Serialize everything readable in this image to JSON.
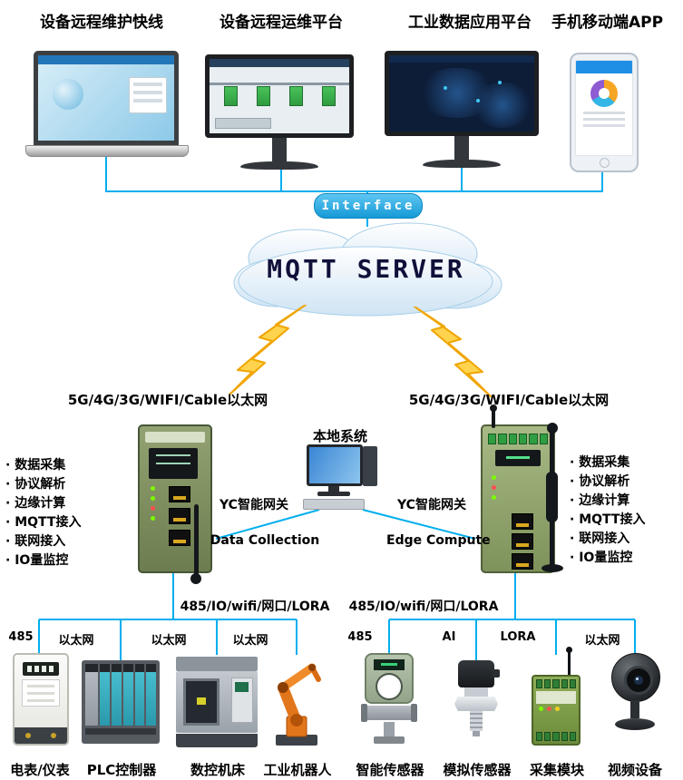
{
  "colors": {
    "line": "#00AEEF",
    "lightning_fill": "#FFD34D",
    "lightning_stroke": "#F0A500",
    "cloud_fill": "#DCEBF7",
    "interface_bg": "#1E9CD6"
  },
  "top_platforms": [
    {
      "label": "设备远程维护快线"
    },
    {
      "label": "设备远程运维平台"
    },
    {
      "label": "工业数据应用平台"
    },
    {
      "label": "手机移动端APP"
    }
  ],
  "interface_label": "Interface",
  "cloud_label": "MQTT SERVER",
  "uplink": {
    "left": "5G/4G/3G/WIFI/Cable以太网",
    "right": "5G/4G/3G/WIFI/Cable以太网"
  },
  "local_system_label": "本地系统",
  "gateways": {
    "left": {
      "name": "YC智能网关",
      "caption": "Data Collection"
    },
    "right": {
      "name": "YC智能网关",
      "caption": "Edge Compute"
    }
  },
  "features_left": [
    "数据采集",
    "协议解析",
    "边缘计算",
    "MQTT接入",
    "联网接入",
    "IO量监控"
  ],
  "features_right": [
    "数据采集",
    "协议解析",
    "边缘计算",
    "MQTT接入",
    "联网接入",
    "IO量监控"
  ],
  "downlink": {
    "left": "485/IO/wifi/网口/LORA",
    "right": "485/IO/wifi/网口/LORA"
  },
  "bottom_devices": [
    {
      "conn": "485",
      "name": "电表/仪表"
    },
    {
      "conn": "以太网",
      "name": "PLC控制器"
    },
    {
      "conn": "以太网",
      "name": "数控机床"
    },
    {
      "conn": "以太网",
      "name": "工业机器人"
    },
    {
      "conn": "485",
      "name": "智能传感器"
    },
    {
      "conn": "AI",
      "name": "模拟传感器"
    },
    {
      "conn": "LORA",
      "name": "采集模块"
    },
    {
      "conn": "以太网",
      "name": "视频设备"
    }
  ]
}
